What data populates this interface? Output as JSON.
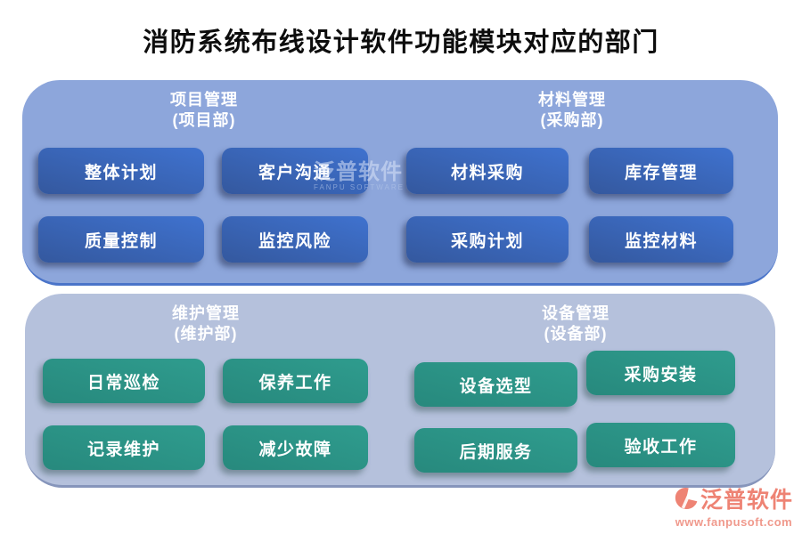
{
  "title": "消防系统布线设计软件功能模块对应的部门",
  "colors": {
    "panel_top_bg": "#8da6db",
    "panel_bottom_bg": "#b5c1dc",
    "button_blue": "#3a68bd",
    "button_teal": "#2b9487",
    "logo_color": "#ee8374"
  },
  "sections": [
    {
      "title": "项目管理",
      "dept": "(项目部)",
      "buttons": [
        "整体计划",
        "客户沟通",
        "质量控制",
        "监控风险"
      ]
    },
    {
      "title": "材料管理",
      "dept": "(采购部)",
      "buttons": [
        "材料采购",
        "库存管理",
        "采购计划",
        "监控材料"
      ]
    },
    {
      "title": "维护管理",
      "dept": "(维护部)",
      "buttons": [
        "日常巡检",
        "保养工作",
        "记录维护",
        "减少故障"
      ]
    },
    {
      "title": "设备管理",
      "dept": "(设备部)",
      "buttons": [
        "设备选型",
        "采购安装",
        "后期服务",
        "验收工作"
      ]
    }
  ],
  "watermark": {
    "text": "泛普软件",
    "subtext": "FANPU SOFTWARE"
  },
  "footer": {
    "brand": "泛普软件",
    "url": "www.fanpusoft.com"
  }
}
